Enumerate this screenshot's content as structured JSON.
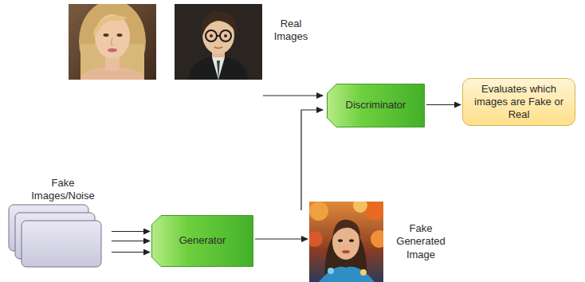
{
  "diagram": {
    "nodes": [
      {
        "text": [
          "Discriminator"
        ]
      },
      {
        "text": [
          "Evaluates which images are Fake or Real"
        ]
      },
      {
        "text": [
          "Fake Images/Noise"
        ]
      },
      {
        "text": [
          "Generator"
        ]
      }
    ],
    "edges": [
      {
        "from": 0,
        "to": 1,
        "arrow": "to"
      },
      {
        "from": 2,
        "to": 3,
        "arrow": "to"
      },
      {
        "from": 2,
        "to": 3,
        "arrow": "to"
      },
      {
        "from": 2,
        "to": 3,
        "arrow": "to"
      }
    ],
    "labels": [
      "Real Images",
      "Fake Generated Image"
    ]
  }
}
